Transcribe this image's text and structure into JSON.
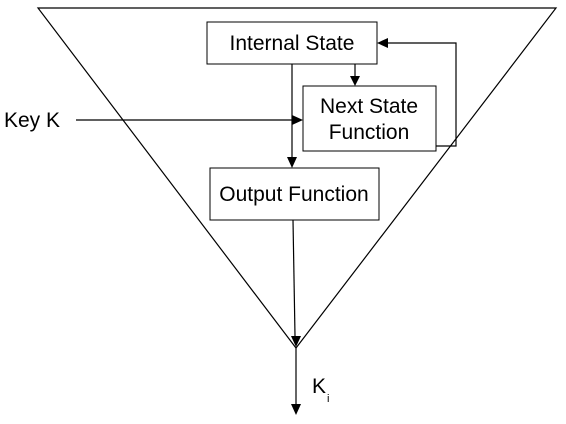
{
  "diagram": {
    "boxes": {
      "internal_state": "Internal State",
      "next_state_line1": "Next State",
      "next_state_line2": "Function",
      "output_function": "Output Function"
    },
    "inputs": {
      "key": "Key K"
    },
    "outputs": {
      "keystream_base": "K",
      "keystream_subscript": "i"
    },
    "colors": {
      "stroke": "#000000",
      "background": "#ffffff"
    }
  }
}
